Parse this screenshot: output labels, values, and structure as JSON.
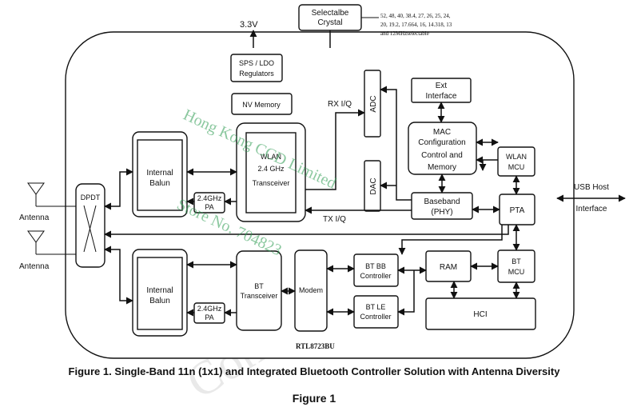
{
  "supply": {
    "voltage": "3.3V"
  },
  "crystal": {
    "label_line1": "Selectalbe",
    "label_line2": "Crystal",
    "note_line1": "52, 48, 40, 38.4, 27, 26, 25, 24,",
    "note_line2": "20, 19.2, 17.664, 16, 14.318, 13",
    "note_line3": "and 12MHzselectable"
  },
  "blocks": {
    "sps_ldo": [
      "SPS / LDO",
      "Regulators"
    ],
    "nv_memory": "NV Memory",
    "adc": "ADC",
    "dac": "DAC",
    "rx_iq": "RX I/Q",
    "tx_iq": "TX I/Q",
    "ext_interface": [
      "Ext",
      "Interface"
    ],
    "mac": [
      "MAC",
      "Configuration",
      "Control and",
      "Memory"
    ],
    "wlan_mcu": [
      "WLAN",
      "MCU"
    ],
    "usb_host": [
      "USB Host",
      "Interface"
    ],
    "baseband": [
      "Baseband",
      "(PHY)"
    ],
    "pta": "PTA",
    "internal_balun_top": [
      "Internal",
      "Balun"
    ],
    "wlan_transceiver": [
      "WLAN",
      "2.4 GHz",
      "Transceiver"
    ],
    "pa_top": [
      "2.4GHz",
      "PA"
    ],
    "dpdt": "DPDT",
    "antenna_1": "Antenna",
    "antenna_2": "Antenna",
    "internal_balun_bottom": [
      "Internal",
      "Balun"
    ],
    "bt_transceiver": [
      "BT",
      "Transceiver"
    ],
    "pa_bottom": [
      "2.4GHz",
      "PA"
    ],
    "modem": "Modem",
    "bt_bb_controller": [
      "BT BB",
      "Controller"
    ],
    "bt_le_controller": [
      "BT LE",
      "Controller"
    ],
    "ram": "RAM",
    "bt_mcu": [
      "BT",
      "MCU"
    ],
    "hci": "HCI",
    "chip_name": "RTL8723BU"
  },
  "captions": {
    "figure_title": "Figure 1.   Single-Band 11n (1x1) and Integrated Bluetooth Controller Solution with Antenna Diversity",
    "figure_label": "Figure 1"
  },
  "watermark": {
    "line1": "Hong Kong CCD Limited",
    "line2": "Store No. 704823",
    "line3": "Confidential"
  },
  "colors": {
    "line": "#111111",
    "watermark_green": "#2e9c52"
  }
}
